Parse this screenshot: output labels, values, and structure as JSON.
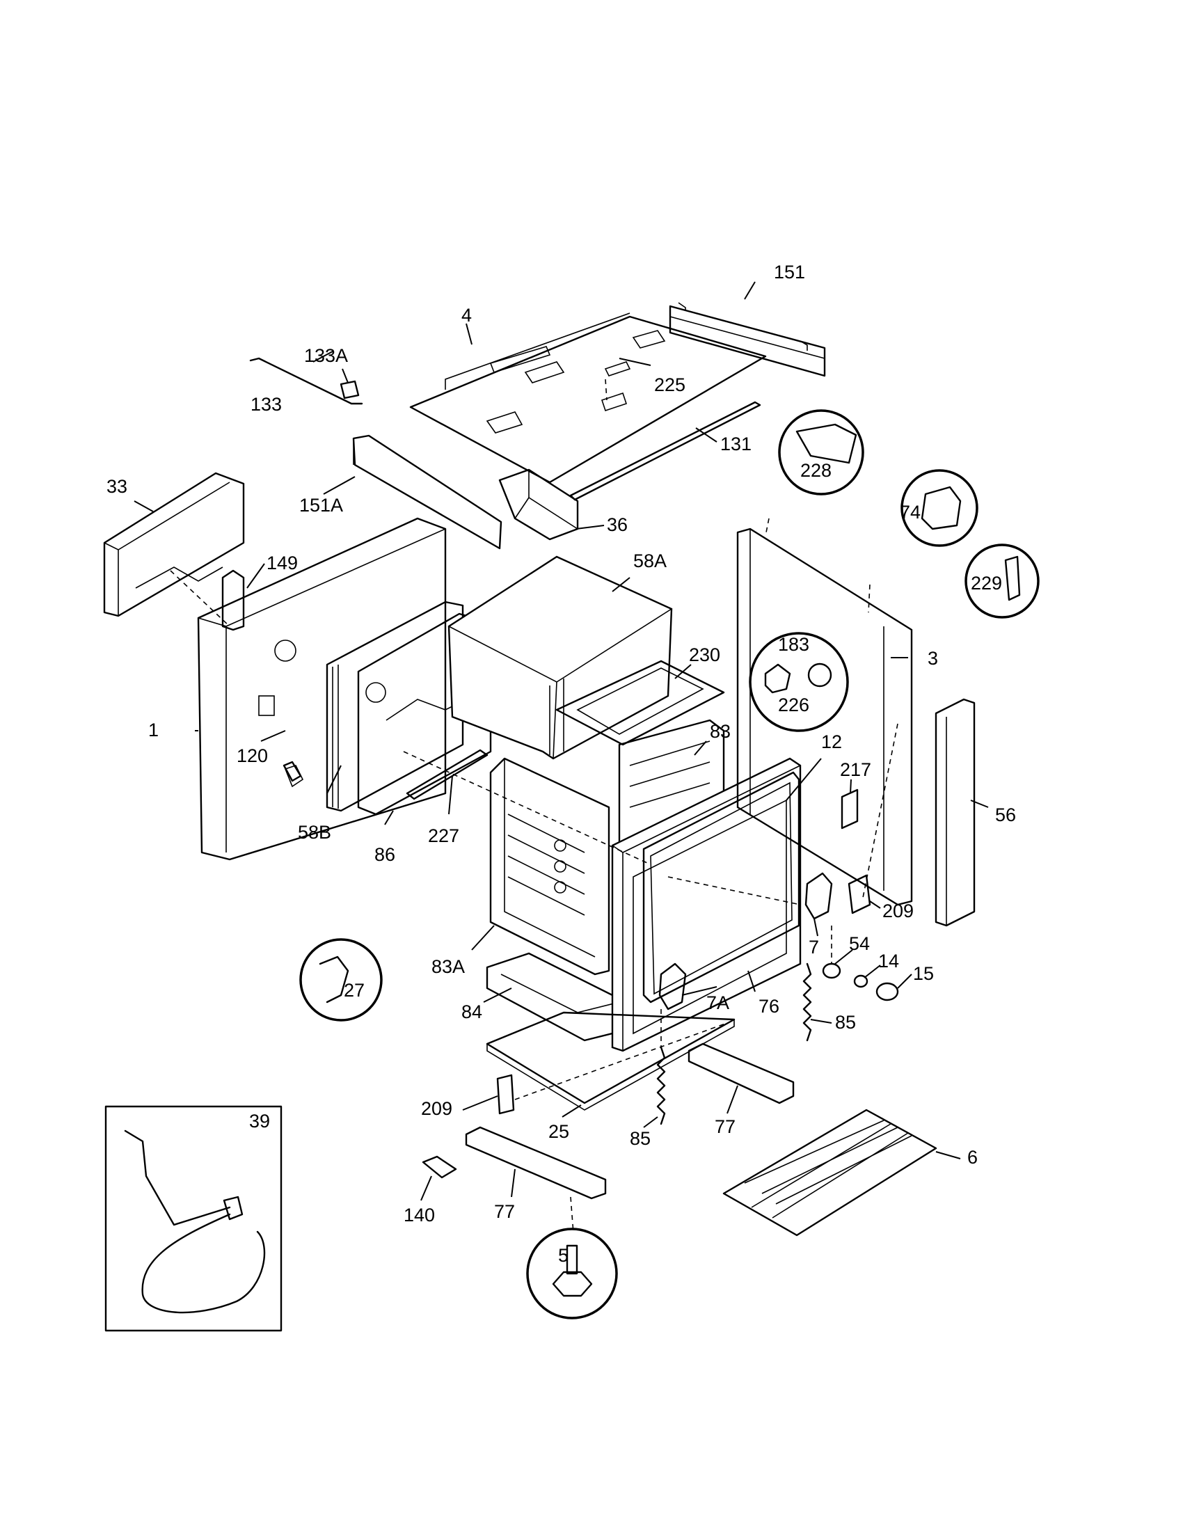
{
  "diagram": {
    "labels": {
      "p151": "151",
      "p4": "4",
      "p133A": "133A",
      "p133": "133",
      "p225": "225",
      "p131": "131",
      "p228": "228",
      "p33": "33",
      "p151A": "151A",
      "p36": "36",
      "p74": "74",
      "p149": "149",
      "p58A": "58A",
      "p229": "229",
      "p183": "183",
      "p230": "230",
      "p3": "3",
      "p226": "226",
      "p1": "1",
      "p83": "83",
      "p12": "12",
      "p120": "120",
      "p217": "217",
      "p56": "56",
      "p58B": "58B",
      "p227": "227",
      "p86": "86",
      "p209_right": "209",
      "p7": "7",
      "p54": "54",
      "p14": "14",
      "p15": "15",
      "p83A": "83A",
      "p27": "27",
      "p7A": "7A",
      "p76": "76",
      "p84": "84",
      "p85_right": "85",
      "p39": "39",
      "p209_left": "209",
      "p25": "25",
      "p85_left": "85",
      "p77_right": "77",
      "p6": "6",
      "p140": "140",
      "p77_left": "77",
      "p5": "5"
    }
  }
}
